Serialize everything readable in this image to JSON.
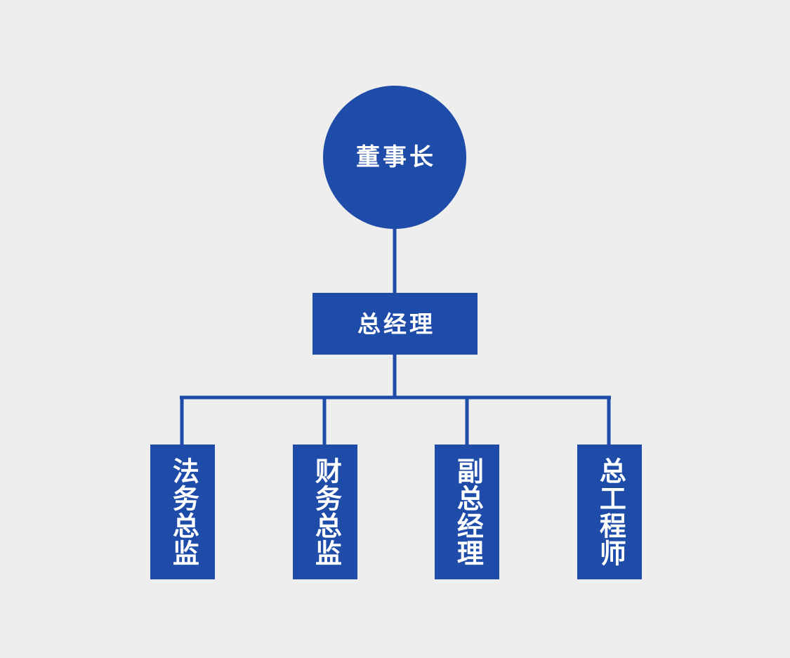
{
  "chart": {
    "type": "org-chart",
    "title": "",
    "background_color": "#eeeeee",
    "node_color": "#1f4ca8",
    "text_color": "#ffffff",
    "connector_color": "#1f4ca8",
    "orientation": "top-down"
  },
  "nodes": {
    "chairman": {
      "label": "董事长",
      "shape": "circle",
      "level": 1
    },
    "general_manager": {
      "label": "总经理",
      "shape": "rectangle",
      "level": 2
    },
    "level3": [
      {
        "label": "法务总监",
        "shape": "rectangle-vertical-text",
        "level": 3
      },
      {
        "label": "财务总监",
        "shape": "rectangle-vertical-text",
        "level": 3
      },
      {
        "label": "副总经理",
        "shape": "rectangle-vertical-text",
        "level": 3
      },
      {
        "label": "总工程师",
        "shape": "rectangle-vertical-text",
        "level": 3
      }
    ]
  },
  "edges": [
    {
      "from": "董事长",
      "to": "总经理"
    },
    {
      "from": "总经理",
      "to": "法务总监"
    },
    {
      "from": "总经理",
      "to": "财务总监"
    },
    {
      "from": "总经理",
      "to": "副总经理"
    },
    {
      "from": "总经理",
      "to": "总工程师"
    }
  ]
}
